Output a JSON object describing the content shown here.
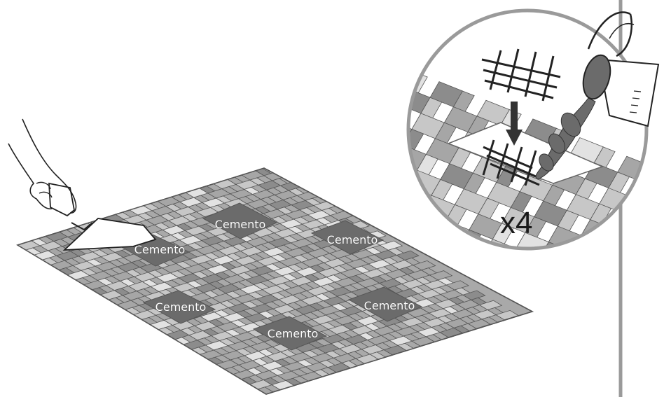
{
  "patch_label": "Cemento",
  "patches": [
    {
      "label": "Cemento"
    },
    {
      "label": "Cemento"
    },
    {
      "label": "Cemento"
    },
    {
      "label": "Cemento"
    },
    {
      "label": "Cemento"
    },
    {
      "label": "Cemento"
    }
  ],
  "inset": {
    "multiplier": "x4"
  },
  "colors": {
    "paver_dark": "#8c8c8c",
    "paver_mid": "#a6a6a6",
    "paver_light": "#c7c7c7",
    "paver_pale": "#e2e2e2",
    "cement_patch": "#6b6b6b",
    "outline": "#555555",
    "circle_border": "#9a9a9a"
  },
  "icons": [
    "hand-trowel-icon",
    "bucket-pour-icon",
    "mesh-grid-icon",
    "down-arrow-icon"
  ]
}
